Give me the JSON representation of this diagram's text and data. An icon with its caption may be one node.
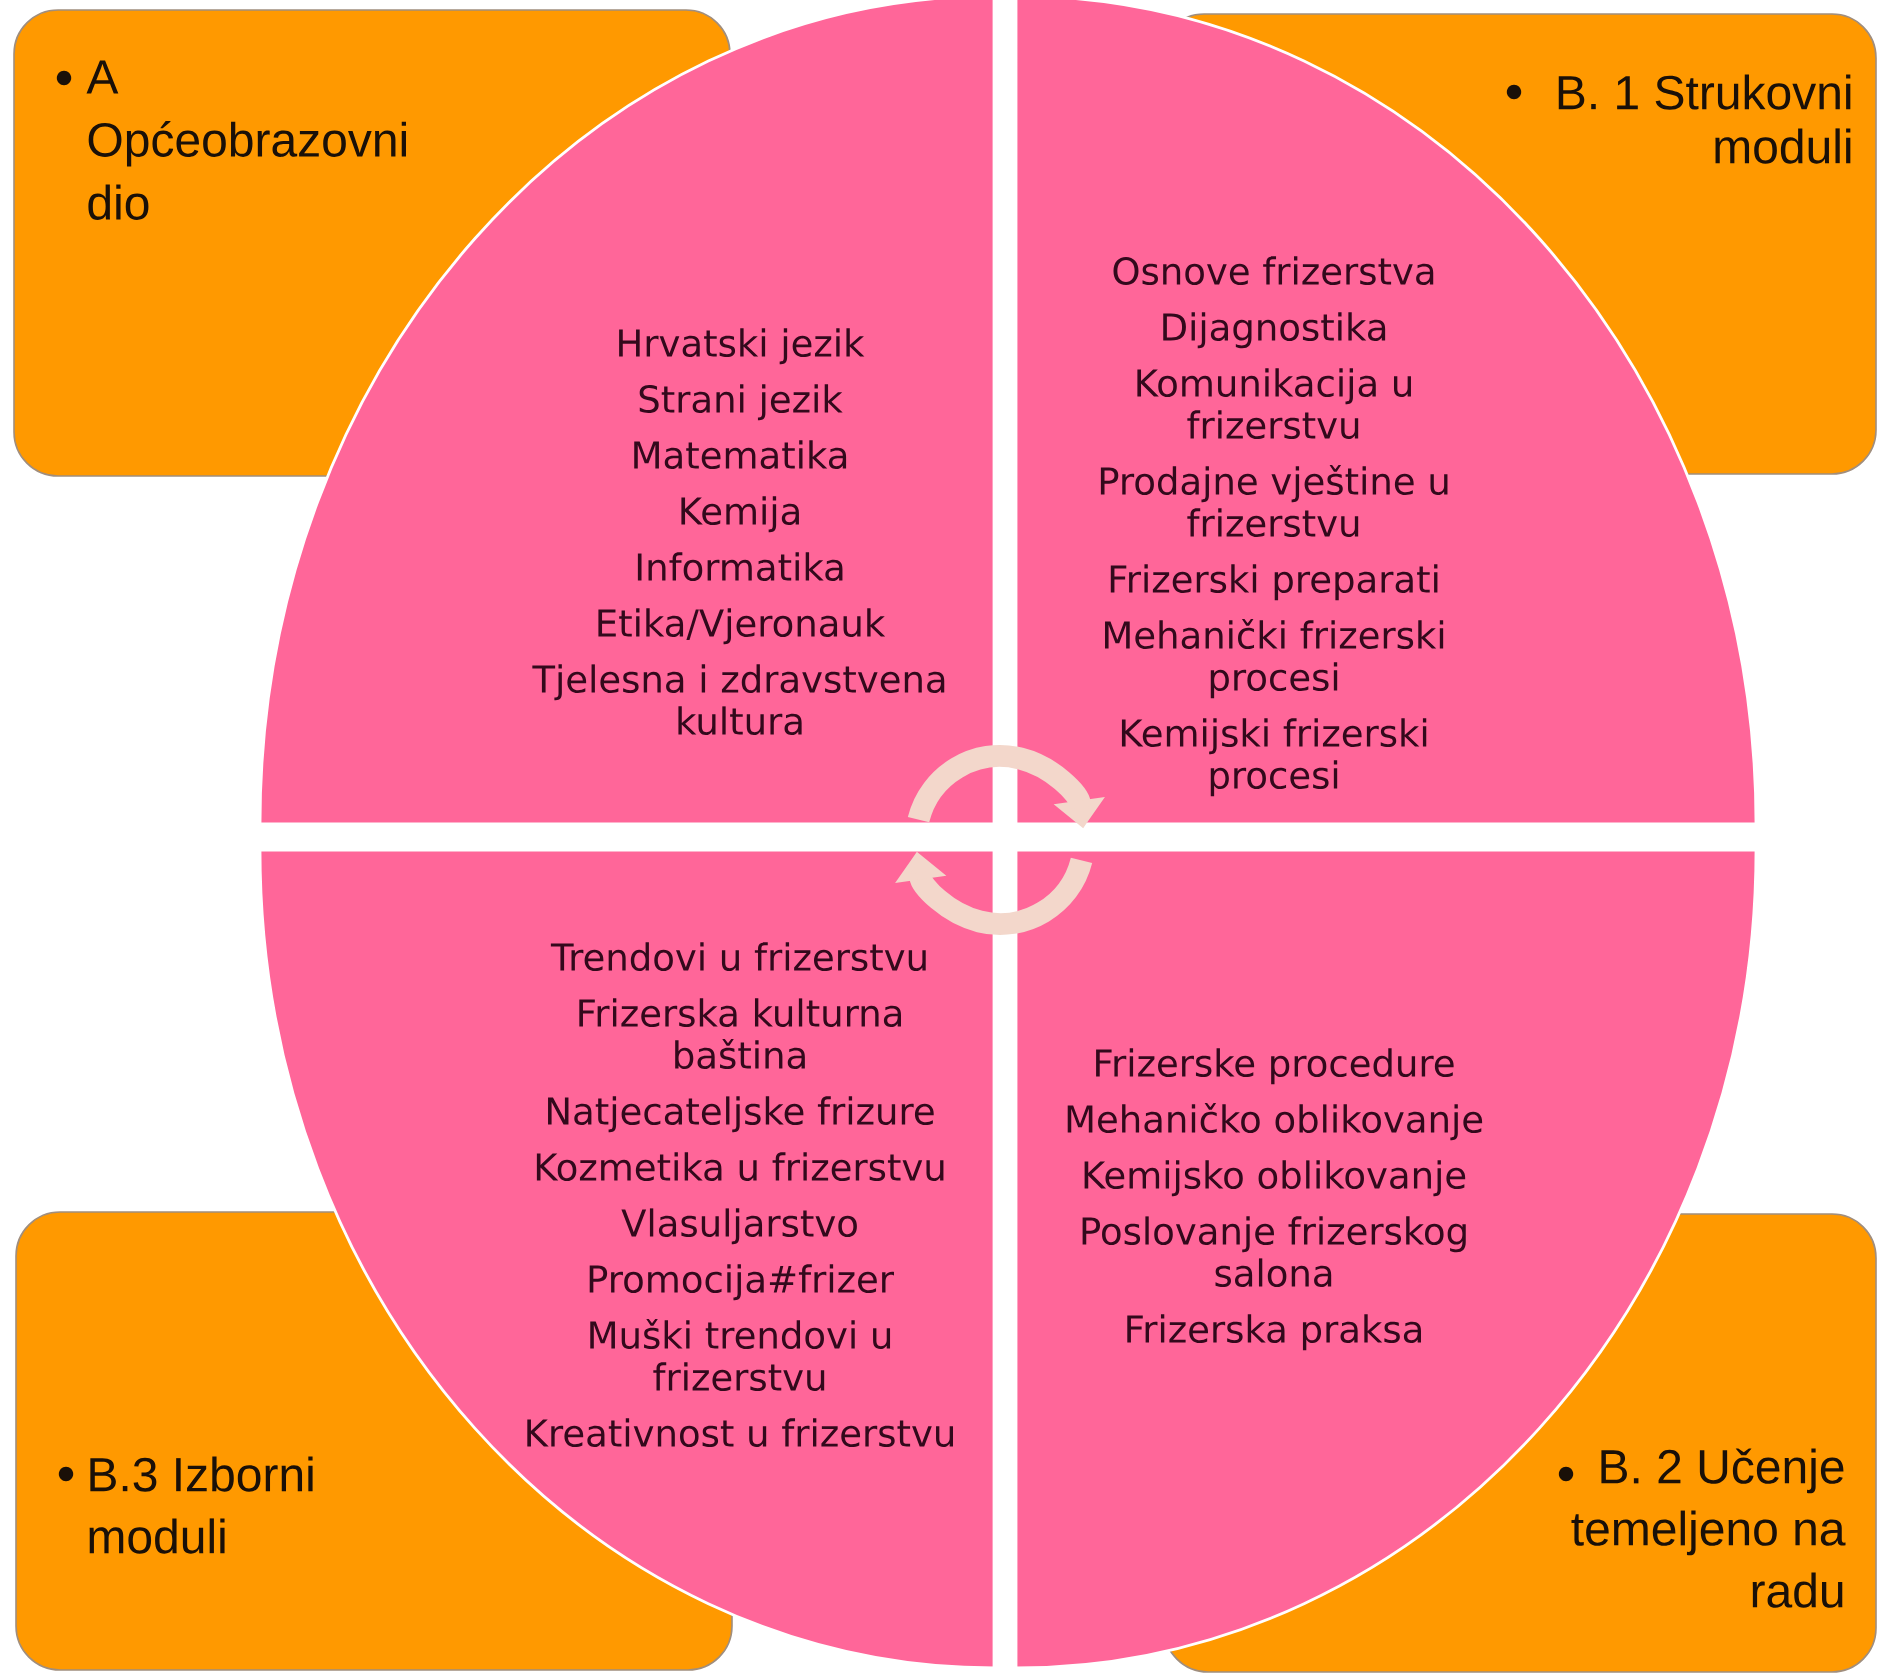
{
  "diagram": {
    "nodes": [
      {
        "text": [
          "A Općeobrazovni dio"
        ]
      },
      {
        "text": [
          "B. 1 Strukovni moduli"
        ]
      },
      {
        "text": [
          "Hrvatski jezik",
          "Strani jezik",
          "Matematika",
          "Kemija",
          "Informatika",
          "Etika/Vjeronauk",
          "Tjelesna i zdravstvena kultura"
        ]
      },
      {
        "text": [
          "Osnove frizerstva",
          "Dijagnostika",
          "Komunikacija u frizerstvu",
          "Prodajne vještine u frizerstvu",
          "Frizerski preparati",
          "Mehanički frizerski procesi",
          "Kemijski frizerski procesi"
        ]
      },
      {
        "text": [
          "Trendovi u frizerstvu",
          "Frizerska kulturna baština",
          "Natjecateljske frizure",
          "Kozmetika u frizerstvu",
          "Vlasuljarstvo",
          "Promocija#frizer",
          "Muški trendovi u frizerstvu",
          "Kreativnost u frizerstvu"
        ]
      },
      {
        "text": [
          "Frizerske procedure",
          "Mehaničko oblikovanje",
          "Kemijsko oblikovanje",
          "Poslovanje frizerskog salona",
          "Frizerska praksa"
        ]
      },
      {
        "text": [
          "B.3 Izborni moduli"
        ]
      },
      {
        "text": [
          "B. 2 Učenje temeljeno na radu"
        ]
      }
    ]
  }
}
